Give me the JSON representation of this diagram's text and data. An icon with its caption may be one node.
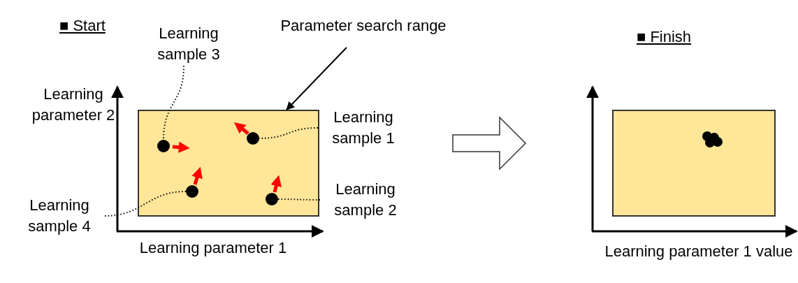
{
  "diagram": {
    "nodes": [
      {
        "text": [
          "Parameter search range"
        ]
      },
      {
        "text": [],
        "shape": "box"
      },
      {
        "text": [
          "Learning sample 3"
        ]
      },
      {
        "text": [],
        "shape": "circle",
        "in": 1
      },
      {
        "text": [],
        "shape": "circle",
        "in": 1
      },
      {
        "text": [
          "Learning sample 1"
        ]
      },
      {
        "text": [
          "Learning sample 4"
        ]
      },
      {
        "text": [],
        "shape": "circle",
        "in": 1
      },
      {
        "text": [],
        "shape": "circle",
        "in": 1
      },
      {
        "text": [
          "Learning sample 2"
        ]
      },
      {
        "text": [],
        "shape": "box"
      }
    ],
    "edges": [
      {
        "from": 0,
        "to": 1,
        "arrow": "to"
      },
      {
        "from": 2,
        "to": 3,
        "arrow": "none",
        "style": "dashed"
      },
      {
        "from": 5,
        "to": 4,
        "arrow": "none",
        "style": "dashed"
      },
      {
        "from": 6,
        "to": 7,
        "arrow": "none",
        "style": "dashed"
      },
      {
        "from": 9,
        "to": 8,
        "arrow": "none",
        "style": "dashed"
      }
    ],
    "labels": [
      "■ Start",
      "Learning parameter 2",
      "Learning parameter 1",
      "■ Finish",
      "Learning parameter 1 value"
    ]
  }
}
